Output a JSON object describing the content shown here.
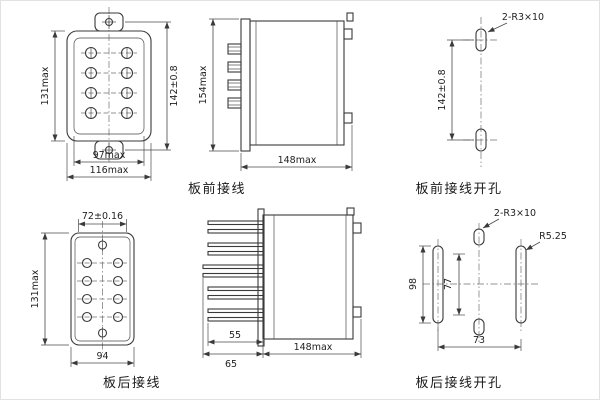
{
  "colors": {
    "line": "#3a3a3a",
    "background": "#ffffff"
  },
  "views": {
    "front_view": {
      "dim_height_left": "131max",
      "dim_height_right": "142±0.8",
      "dim_width_inner": "97max",
      "dim_width_outer": "116max"
    },
    "front_side": {
      "dim_height": "154max",
      "dim_depth": "148max"
    },
    "front_drill": {
      "dim_slots": "2-R3×10",
      "dim_hole_spacing": "142±0.8"
    },
    "rear_view": {
      "dim_width_top": "72±0.16",
      "dim_height_left": "131max",
      "dim_width_bottom": "94"
    },
    "rear_side": {
      "dim_pin_length": "55",
      "dim_pin_total": "65",
      "dim_depth": "148max"
    },
    "rear_drill": {
      "dim_slots": "2-R3×10",
      "dim_slot_radius": "R5.25",
      "dim_slot_length": "98",
      "dim_inner_spacing": "77",
      "dim_slot_pitch": "73"
    },
    "captions": {
      "front_wiring": "板前接线",
      "front_drill": "板前接线开孔",
      "rear_wiring": "板后接线",
      "rear_drill": "板后接线开孔"
    }
  }
}
